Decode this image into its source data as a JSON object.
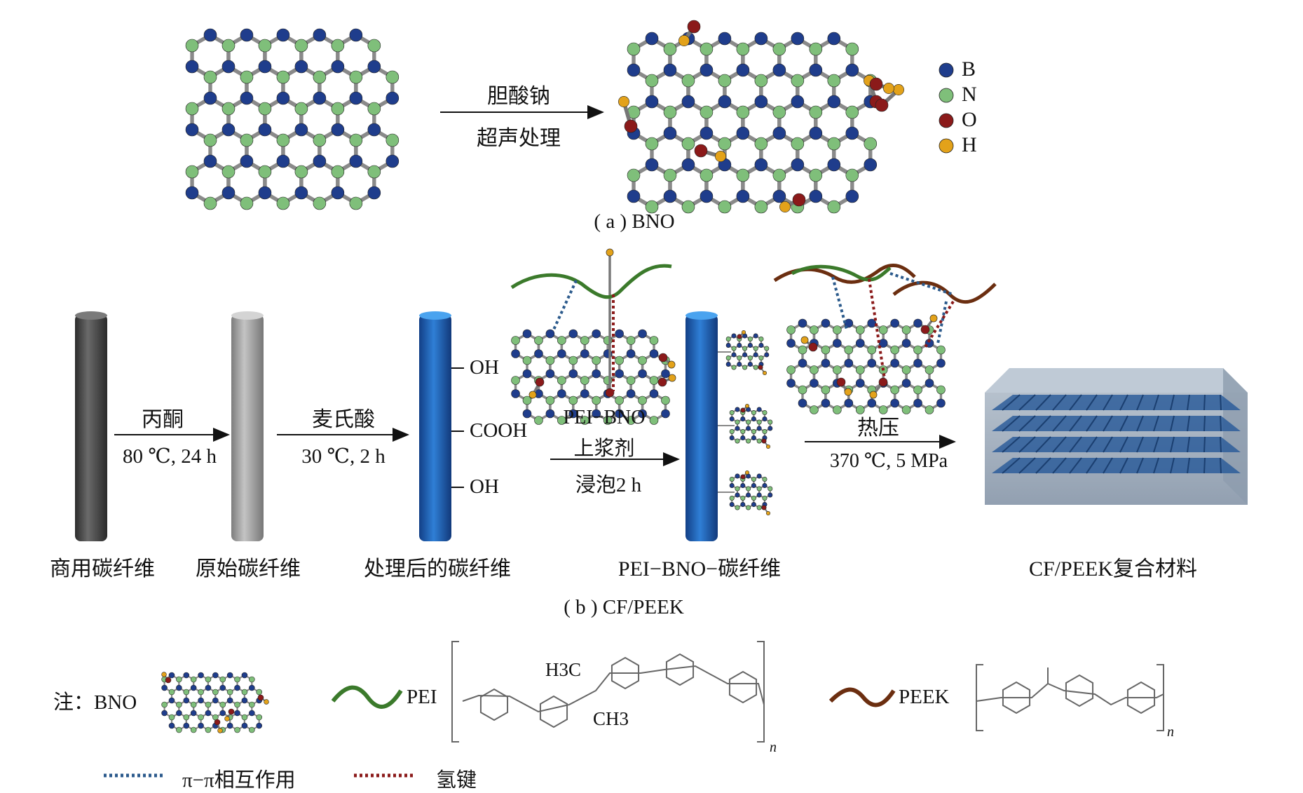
{
  "panel_a": {
    "caption": "( a ) BNO",
    "reagent": "胆酸钠",
    "process": "超声处理",
    "legend": [
      {
        "symbol": "B",
        "color": "#1f3d8c"
      },
      {
        "symbol": "N",
        "color": "#7fbf7a"
      },
      {
        "symbol": "O",
        "color": "#8b1a1a"
      },
      {
        "symbol": "H",
        "color": "#e3a21a"
      }
    ]
  },
  "panel_b": {
    "caption": "( b ) CF/PEEK",
    "step1": {
      "reagent": "丙酮",
      "condition": "80 ℃, 24 h"
    },
    "step2": {
      "reagent": "麦氏酸",
      "condition": "30 ℃, 2 h"
    },
    "step3": {
      "line1": "PEI−BNO",
      "line2": "上浆剂",
      "condition": "浸泡2 h"
    },
    "step4": {
      "reagent": "热压",
      "condition": "370 ℃, 5 MPa"
    },
    "groups": [
      "OH",
      "COOH",
      "OH"
    ],
    "fibers": [
      {
        "label": "商用碳纤维",
        "color": "#4a4a4a"
      },
      {
        "label": "原始碳纤维",
        "color": "#9a9a9a"
      },
      {
        "label": "处理后的碳纤维",
        "color": "#1f5fb0"
      },
      {
        "label": "PEI−BNO−碳纤维",
        "color": "#1f5fb0"
      }
    ],
    "product_label": "CF/PEEK复合材料"
  },
  "note": {
    "prefix": "注：BNO",
    "pei_label": "PEI",
    "peek_label": "PEEK",
    "h3c": "H3C",
    "ch3": "CH3",
    "subscript_n": "n",
    "pi_label": "π−π相互作用",
    "hbond_label": "氢键",
    "colors": {
      "pei": "#3b7a2b",
      "peek": "#6b2e10",
      "pi": "#2b5a8c",
      "hbond": "#8b1a1a"
    }
  }
}
